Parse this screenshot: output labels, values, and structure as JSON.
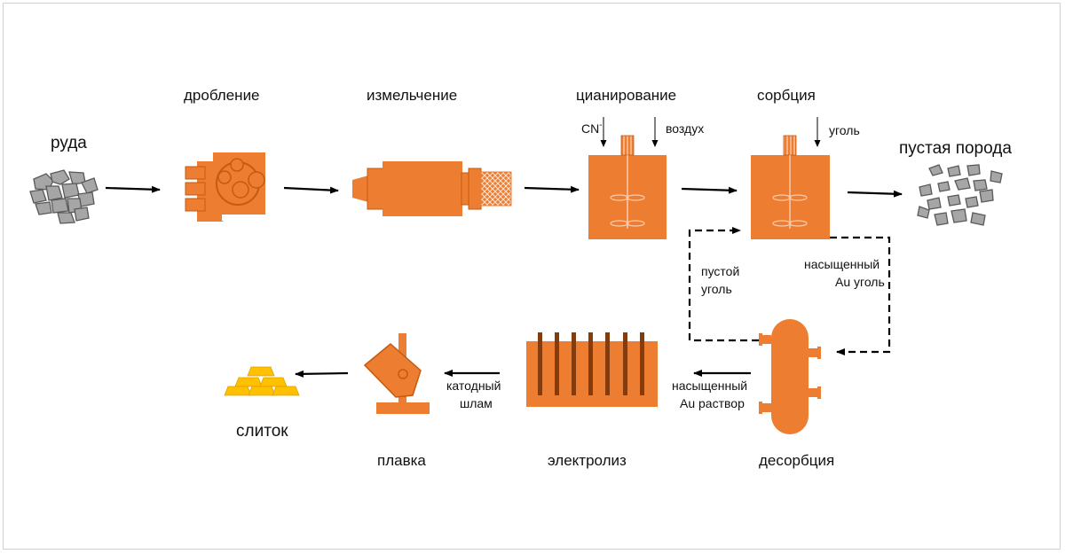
{
  "colors": {
    "equipment": "#ED7D31",
    "equipment_dark": "#C55A11",
    "rock": "#A6A6A6",
    "rock_edge": "#595959",
    "gold": "#FFC000",
    "arrow": "#000000"
  },
  "labels": {
    "ore": "руда",
    "crushing": "дробление",
    "grinding": "измельчение",
    "cyanidation": "цианирование",
    "cyanide": "CN",
    "cyanide_sup": "-",
    "air": "воздух",
    "sorption": "сорбция",
    "carbon": "уголь",
    "tailings": "пустая порода",
    "barren_carbon_1": "пустой",
    "barren_carbon_2": "уголь",
    "loaded_carbon_1": "насыщенный",
    "loaded_carbon_2": "Au уголь",
    "desorption": "десорбция",
    "pregnant_solution_1": "насыщенный",
    "pregnant_solution_2": "Au раствор",
    "electrolysis": "электролиз",
    "cathode_sludge_1": "катодный",
    "cathode_sludge_2": "шлам",
    "smelting": "плавка",
    "ingot": "слиток"
  }
}
